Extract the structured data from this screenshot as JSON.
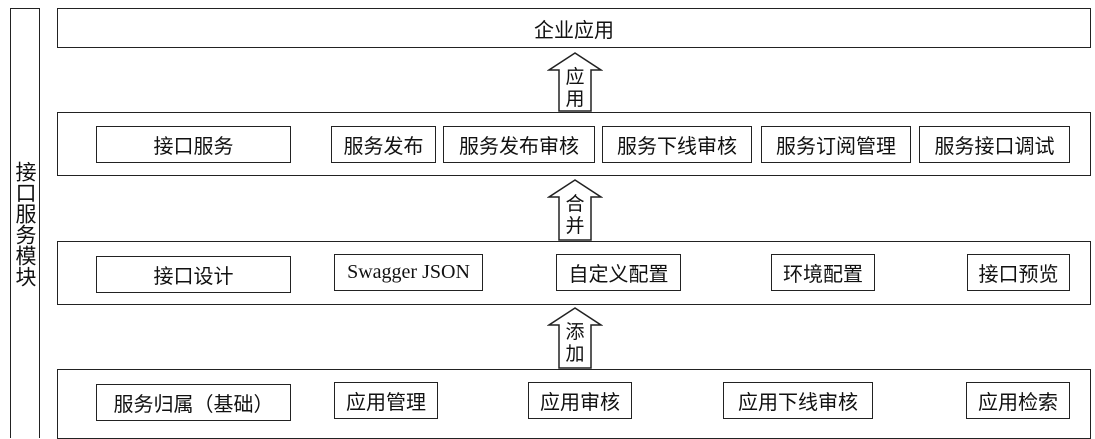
{
  "side_label": "接口服务模块",
  "top_box": "企业应用",
  "arrows": {
    "a1": [
      "应",
      "用"
    ],
    "a2": [
      "合",
      "并"
    ],
    "a3": [
      "添",
      "加"
    ]
  },
  "service_row": {
    "label": "接口服务",
    "items": [
      "服务发布",
      "服务发布审核",
      "服务下线审核",
      "服务订阅管理",
      "服务接口调试"
    ]
  },
  "design_row": {
    "label": "接口设计",
    "items": [
      "Swagger JSON",
      "自定义配置",
      "环境配置",
      "接口预览"
    ]
  },
  "base_row": {
    "label": "服务归属（基础）",
    "items": [
      "应用管理",
      "应用审核",
      "应用下线审核",
      "应用检索"
    ]
  }
}
